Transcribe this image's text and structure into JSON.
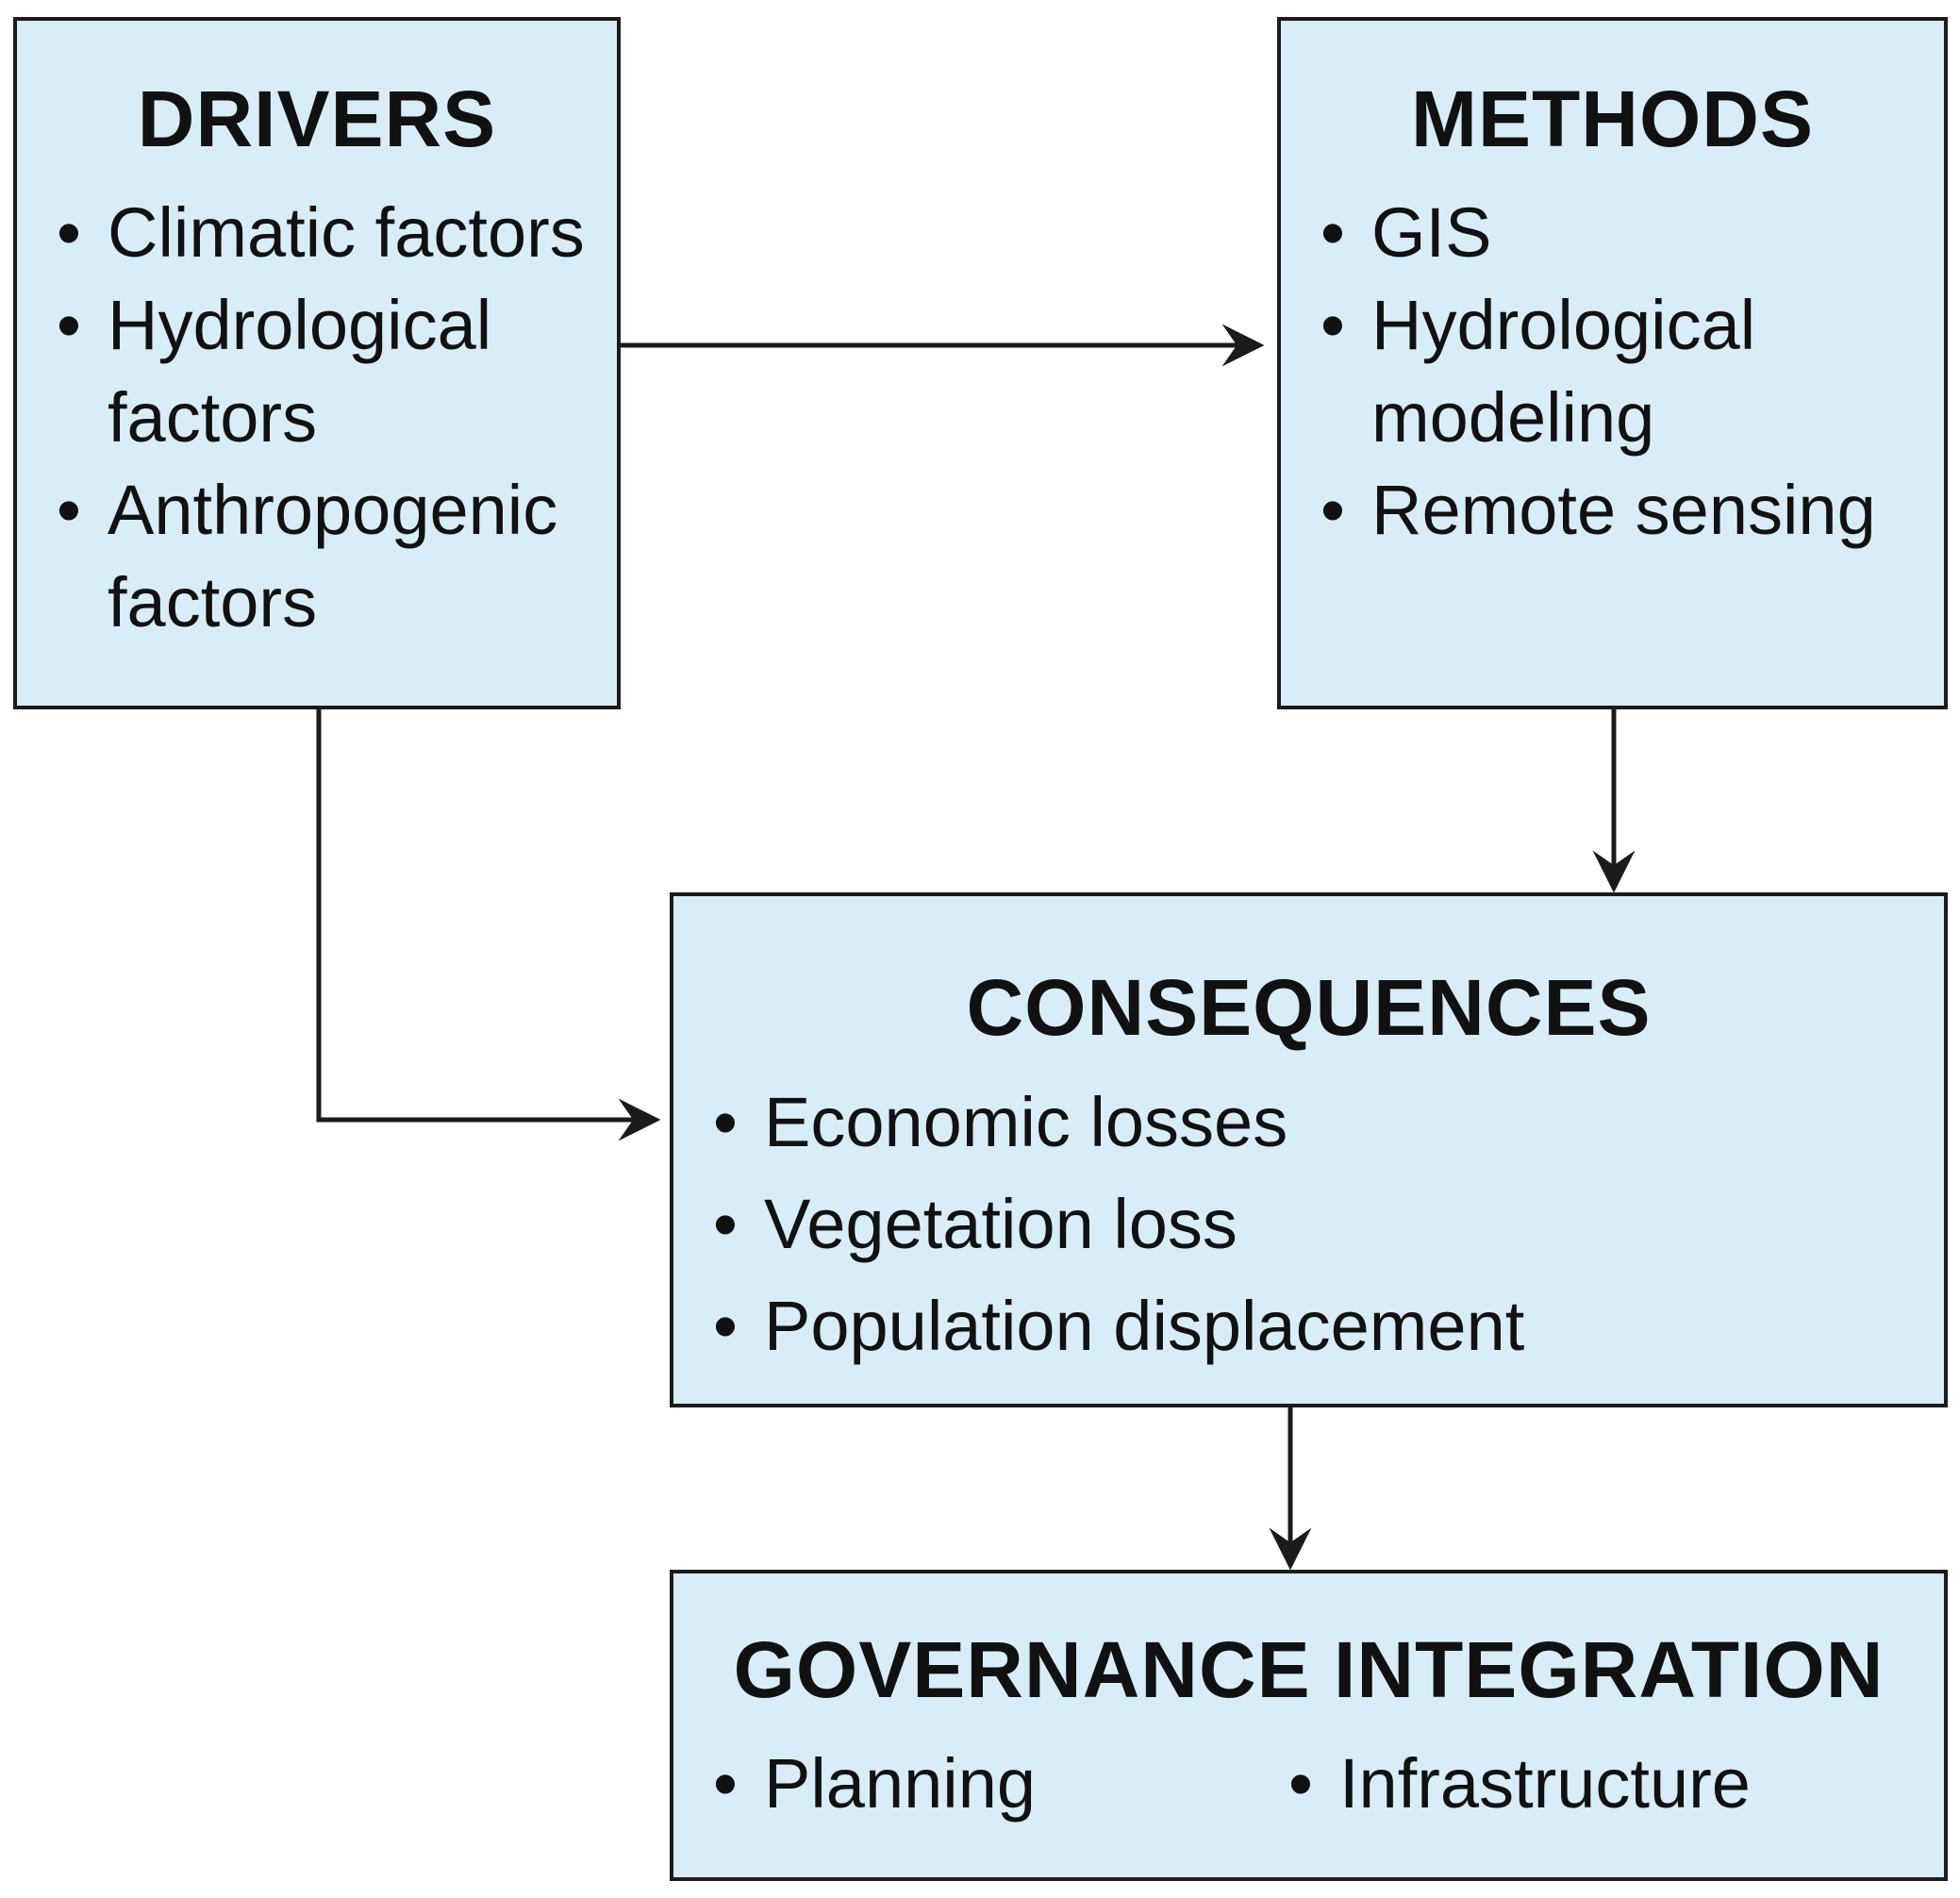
{
  "diagram": {
    "drivers": {
      "title": "DRIVERS",
      "items": [
        [
          "Climatic factors"
        ],
        [
          "Hydrological",
          "factors"
        ],
        [
          "Anthropogenic",
          "factors"
        ]
      ]
    },
    "methods": {
      "title": "METHODS",
      "items": [
        [
          "GIS"
        ],
        [
          "Hydrological",
          "modeling"
        ],
        [
          "Remote sensing"
        ]
      ]
    },
    "consequences": {
      "title": "CONSEQUENCES",
      "items": [
        [
          "Economic losses"
        ],
        [
          "Vegetation loss"
        ],
        [
          "Population displacement"
        ]
      ]
    },
    "governance": {
      "title": "GOVERNANCE INTEGRATION",
      "items": [
        "Planning",
        "Infrastructure"
      ]
    }
  },
  "colors": {
    "box_fill": "#d9edf9",
    "border": "#1b1b1b",
    "text": "#111111"
  },
  "bullet_glyph": "•"
}
